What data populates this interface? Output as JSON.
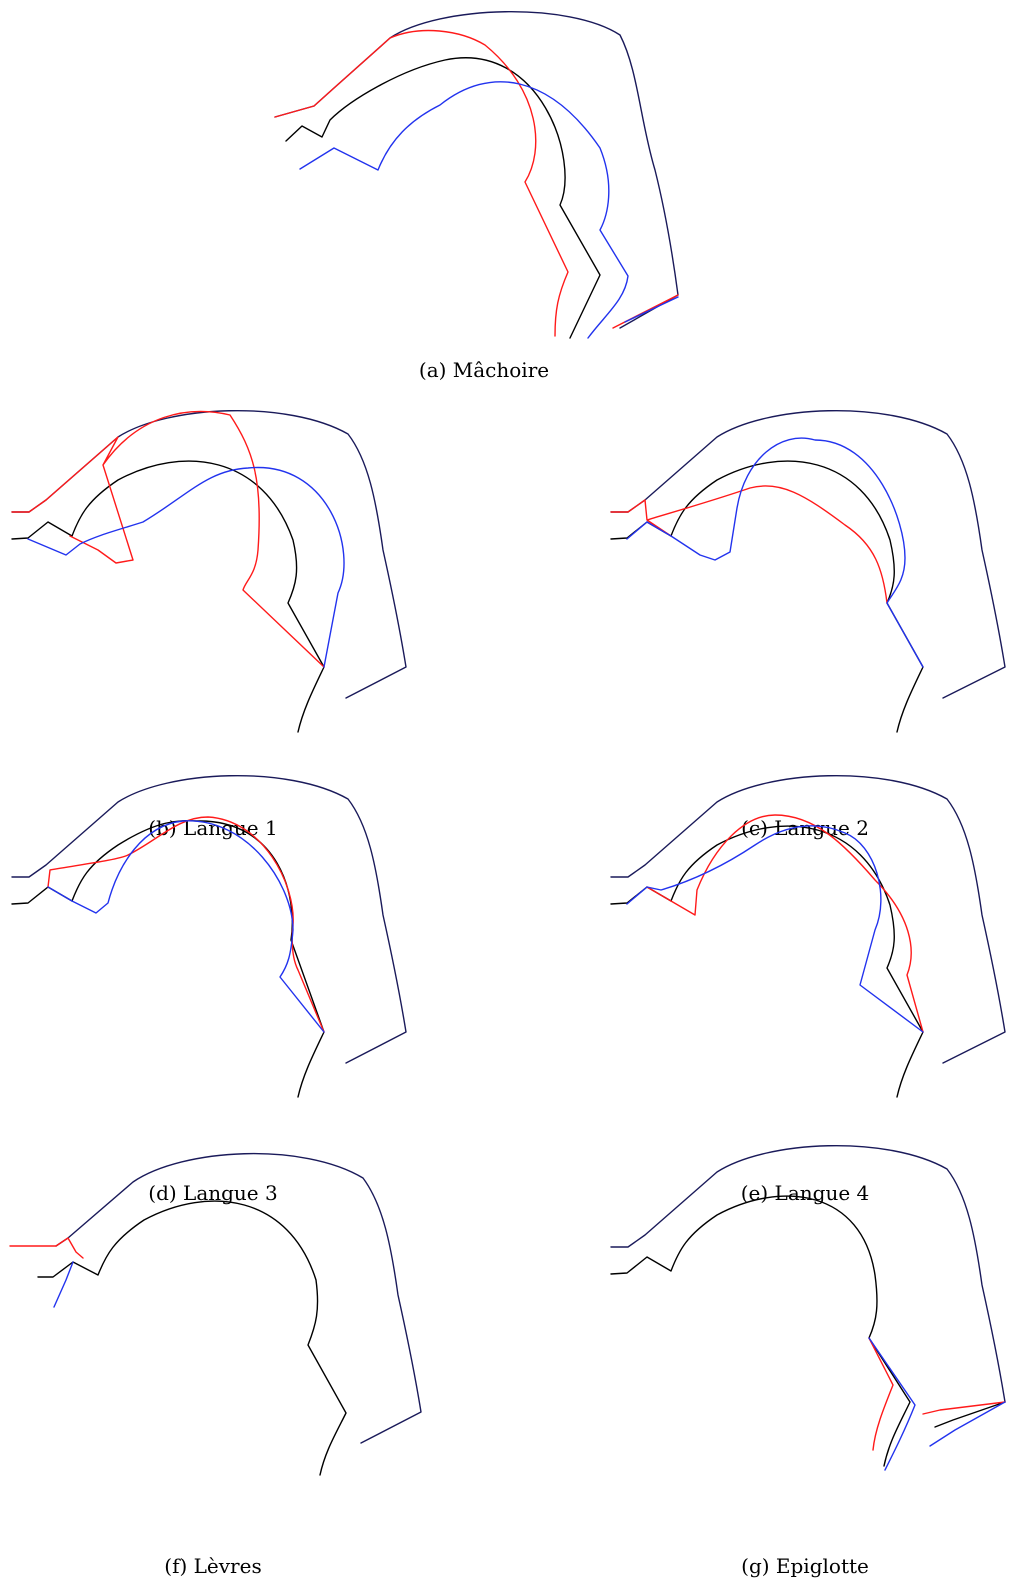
{
  "figure": {
    "captions": {
      "a": "(a) Mâchoire",
      "b": "(b) Langue 1",
      "c": "(c) Langue 2",
      "d": "(d) Langue 3",
      "e": "(e) Langue 4",
      "f": "(f) Lèvres",
      "g": "(g) Epiglotte"
    },
    "colors": {
      "neutral": "#000000",
      "variant_red": "#ff1a1a",
      "variant_blue": "#2233ee",
      "outline": "#1a1a5a"
    }
  }
}
